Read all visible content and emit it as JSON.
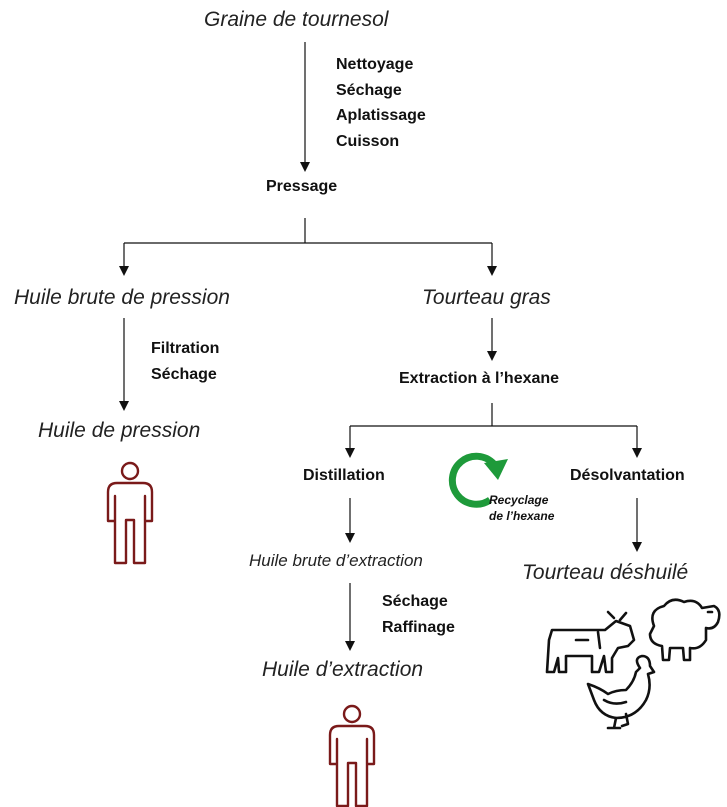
{
  "nodes": {
    "seed": "Graine de tournesol",
    "pressing": "Pressage",
    "raw_press_oil": "Huile brute de pression",
    "oil_cake": "Tourteau gras",
    "press_oil": "Huile de pression",
    "hexane_extraction": "Extraction à l’hexane",
    "distillation": "Distillation",
    "desolventizing": "Désolvantation",
    "raw_extraction_oil": "Huile brute d’extraction",
    "extraction_oil": "Huile d’extraction",
    "defatted_cake": "Tourteau déshuilé"
  },
  "steps": {
    "preparation": [
      "Nettoyage",
      "Séchage",
      "Aplatissage",
      "Cuisson"
    ],
    "press_oil_refining": [
      "Filtration",
      "Séchage"
    ],
    "extraction_oil_refining": [
      "Séchage",
      "Raffinage"
    ]
  },
  "recycling": [
    "Recyclage",
    "de l’hexane"
  ],
  "colors": {
    "human_icon": "#7a1a1a",
    "recycle_arrow": "#1e9a3a",
    "line": "#111111"
  },
  "icons": [
    "person-icon",
    "recycle-arrow-icon",
    "cow-icon",
    "sheep-icon",
    "chicken-icon"
  ]
}
